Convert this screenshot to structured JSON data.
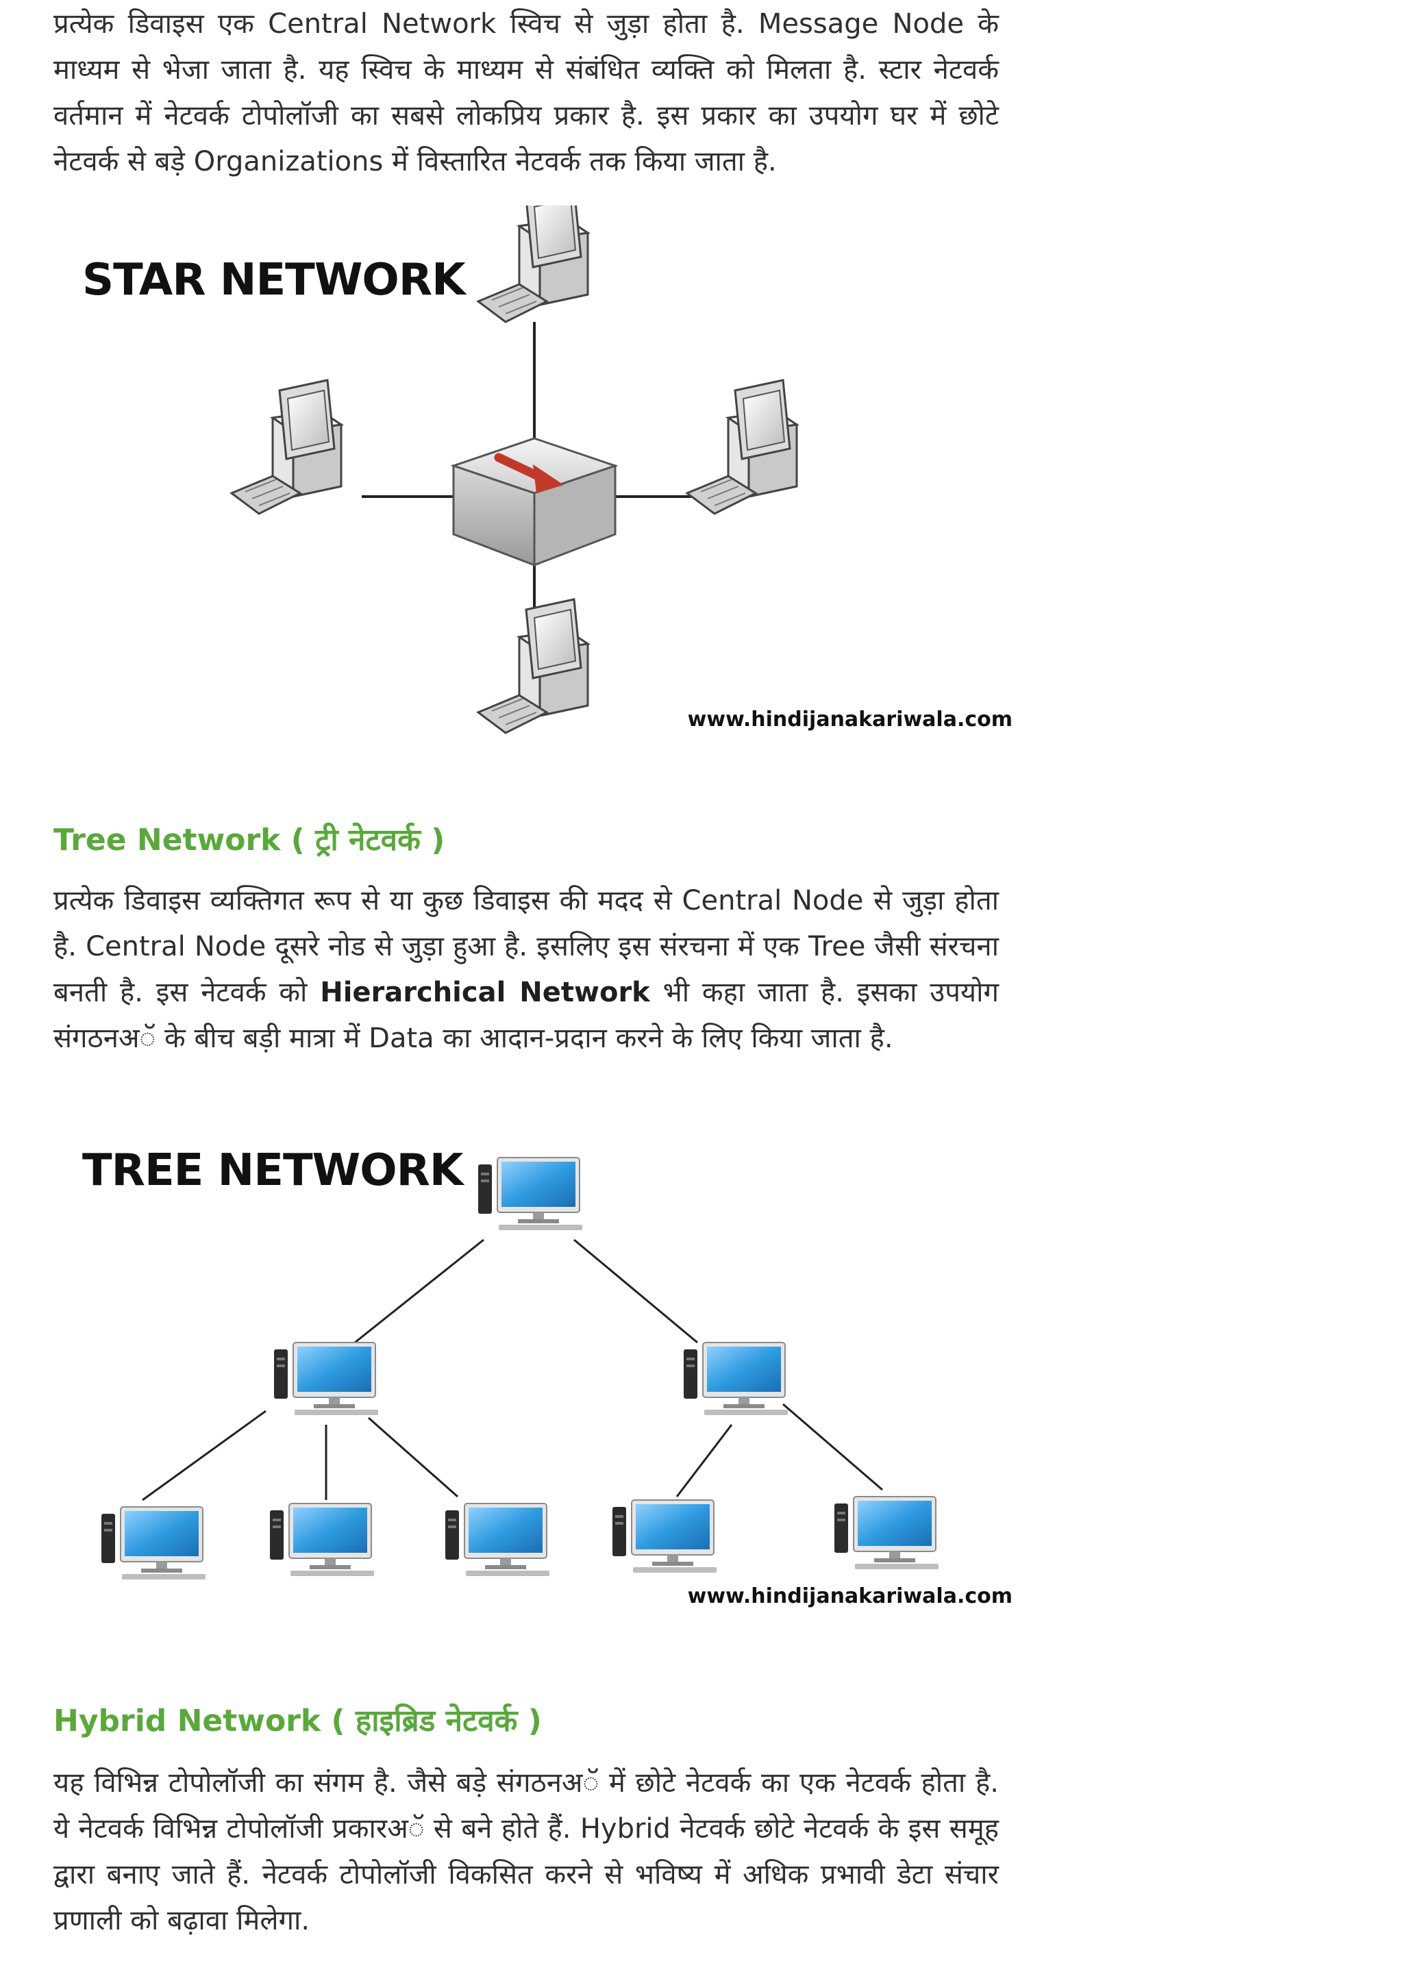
{
  "intro_paragraph": "प्रत्येक डिवाइस एक Central Network स्विच से जुड़ा होता है. Message Node के माध्यम से भेजा जाता है. यह स्विच के माध्यम से संबंधित व्यक्ति को मिलता है. स्टार नेटवर्क वर्तमान में नेटवर्क टोपोलॉजी का सबसे लोकप्रिय प्रकार है. इस प्रकार का उपयोग घर में छोटे नेटवर्क से बड़े Organizations में विस्तारित नेटवर्क तक किया जाता है.",
  "star_figure": {
    "title": "STAR NETWORK",
    "url": "www.hindijanakariwala.com",
    "arrow_color": "#c0392b"
  },
  "tree_section": {
    "heading": "Tree Network ( ट्री नेटवर्क )",
    "para_part1": "प्रत्येक डिवाइस व्यक्तिगत रूप से या कुछ डिवाइस की मदद से Central Node से जुड़ा होता है. Central Node दूसरे नोड से जुड़ा हुआ है. इसलिए इस संरचना में एक Tree जैसी संरचना बनती है. इस नेटवर्क को ",
    "para_bold": "Hierarchical Network",
    "para_part2": " भी कहा जाता है. इसका उपयोग संगठनअॅ के बीच बड़ी मात्रा में Data का आदान-प्रदान करने के लिए किया जाता है."
  },
  "tree_figure": {
    "title": "TREE NETWORK",
    "url": "www.hindijanakariwala.com",
    "screen_color": "#2f9be0"
  },
  "hybrid_section": {
    "heading": "Hybrid Network ( हाइब्रिड नेटवर्क )",
    "paragraph": "यह विभिन्न टोपोलॉजी का संगम है. जैसे बड़े संगठनअॅ में छोटे नेटवर्क का एक नेटवर्क होता है. ये नेटवर्क विभिन्न टोपोलॉजी प्रकारअॅ से बने होते हैं. Hybrid नेटवर्क छोटे नेटवर्क के इस समूह द्वारा बनाए जाते हैं. नेटवर्क टोपोलॉजी विकसित करने से भविष्य में अधिक प्रभावी डेटा संचार प्रणाली को बढ़ावा मिलेगा."
  },
  "colors": {
    "heading_green": "#5aa83c",
    "body_text": "#2f2f2f"
  }
}
